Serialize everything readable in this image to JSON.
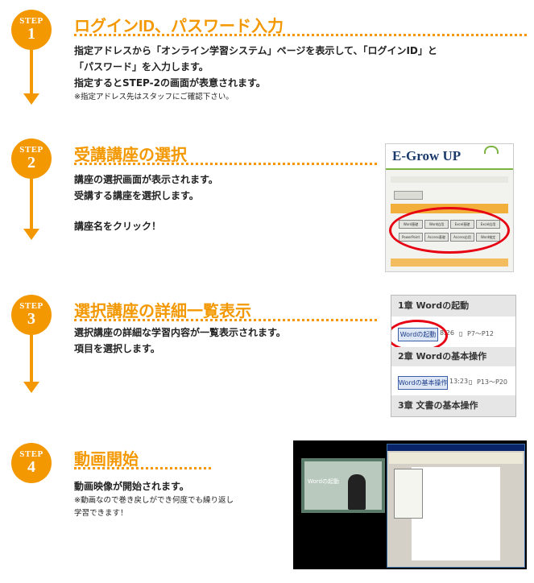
{
  "steps": [
    {
      "badge_label": "STEP",
      "badge_number": "1",
      "title": "ログインID、パスワード入力",
      "lines": [
        "指定アドレスから「オンライン学習システム」ページを表示して、「ログインID」と",
        "「パスワード」を入力します。",
        "指定するとSTEP-2の画面が表意されます。"
      ],
      "note": "※指定アドレス先はスタッフにご確認下さい。"
    },
    {
      "badge_label": "STEP",
      "badge_number": "2",
      "title": "受講講座の選択",
      "lines": [
        "講座の選択画面が表示されます。",
        "受講する講座を選択します。"
      ],
      "action": "講座名をクリック！"
    },
    {
      "badge_label": "STEP",
      "badge_number": "3",
      "title": "選択講座の詳細一覧表示",
      "lines": [
        "選択講座の詳細な学習内容が一覧表示されます。",
        "項目を選択します。"
      ]
    },
    {
      "badge_label": "STEP",
      "badge_number": "4",
      "title": "動画開始",
      "lines": [
        "動画映像が開始されます。"
      ],
      "note_lines": [
        "※動画なので巻き戻しができ何度でも繰り返し",
        "学習できます！"
      ]
    }
  ],
  "screenshot2": {
    "logo": "E-Grow UP",
    "course_buttons": [
      "Word基礎",
      "Word応用",
      "Excel基礎",
      "Excel応用",
      "PowerPoint",
      "Access基礎",
      "Access応用",
      "Word検定"
    ]
  },
  "screenshot3": {
    "chapter1": "1章 Wordの起動",
    "item1_button": "Wordの起動",
    "item1_time": "8:26",
    "item1_pages": "P7～P12",
    "chapter2": "2章 Wordの基本操作",
    "item2_button": "Wordの基本操作",
    "item2_time": "13:23",
    "item2_pages": "P13～P20",
    "chapter3": "3章 文書の基本操作"
  },
  "screenshot4": {
    "video_caption": "Wordの起動"
  },
  "colors": {
    "accent": "#f39800",
    "highlight_red": "#e60012"
  }
}
